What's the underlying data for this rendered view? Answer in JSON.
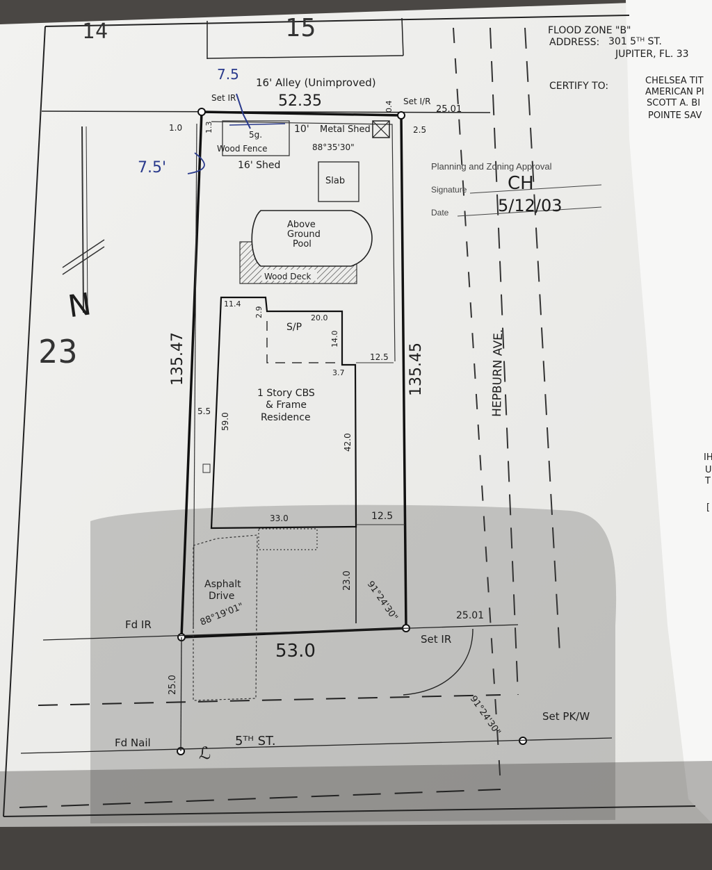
{
  "colors": {
    "paper": "#eeeeec",
    "ink": "#1d1d1d",
    "pen_blue": "#2a3a8c",
    "shadow": "#9a9a98",
    "backdrop": "#4a4744"
  },
  "header": {
    "flood_zone": "FLOOD ZONE \"B\"",
    "address_label": "ADDRESS:",
    "address_line1": "301 5ᵀᴴ ST.",
    "address_line2": "JUPITER, FL. 33",
    "certify_to": "CERTIFY TO:",
    "certify_lines": [
      "CHELSEA TIT",
      "AMERICAN PI",
      "SCOTT A. BI",
      "POINTE SAV"
    ]
  },
  "lots": {
    "lot_14": "14",
    "lot_15": "15",
    "lot_23": "23"
  },
  "north_arrow": {
    "label": "N"
  },
  "alley": {
    "label": "16' Alley (Unimproved)",
    "top_width": "52.35",
    "offset_right": "0.4"
  },
  "monuments": {
    "set_ir_top_left": "Set IR",
    "set_ir_top_right": "Set I/R",
    "fd_ir": "Fd IR",
    "set_ir_bottom": "Set IR",
    "fd_nail": "Fd Nail",
    "set_pk": "Set PK/W"
  },
  "dimensions": {
    "top_right_25": "25.01",
    "bottom_right_25": "25.01",
    "d_1_0": "1.0",
    "d_1_3": "1.3",
    "d_2_5": "2.5",
    "d_10": "10'",
    "shed_16": "16' Shed",
    "left_side": "135.47",
    "right_side": "135.45",
    "d_11_4": "11.4",
    "d_2_9": "2.9",
    "d_20_0": "20.0",
    "d_14_0": "14.0",
    "d_12_5_top": "12.5",
    "d_3_7": "3.7",
    "d_5_5": "5.5",
    "d_59_0": "59.0",
    "d_42_0": "42.0",
    "d_33_0": "33.0",
    "d_12_5_bottom": "12.5",
    "d_23_0": "23.0",
    "bottom_width": "53.0",
    "d_25_0": "25.0",
    "angle_top": "88°35'30\"",
    "angle_drive": "88°19'01\"",
    "angle_bottom": "91°24'30\"",
    "angle_curve": "91°24'30\""
  },
  "features": {
    "metal_shed": "Metal Shed",
    "wood_fence": "Wood Fence",
    "fence_angle": "5g.",
    "slab": "Slab",
    "pool_line1": "Above",
    "pool_line2": "Ground",
    "pool_line3": "Pool",
    "wood_deck": "Wood Deck",
    "sp": "S/P",
    "res_line1": "1 Story CBS",
    "res_line2": "& Frame",
    "res_line3": "Residence",
    "drive_line1": "Asphalt",
    "drive_line2": "Drive"
  },
  "streets": {
    "hepburn": "HEPBURN AVE.",
    "fifth": "5ᵀᴴ ST."
  },
  "approval": {
    "title": "Planning and Zoning Approval",
    "signature_label": "Signature",
    "signature_value": "CH",
    "date_label": "Date",
    "date_value": "5/12/03"
  },
  "annotations": {
    "blue_top": "7.5",
    "blue_left": "7.5'"
  },
  "margin_letters": [
    "IH",
    "U",
    "T",
    "["
  ]
}
